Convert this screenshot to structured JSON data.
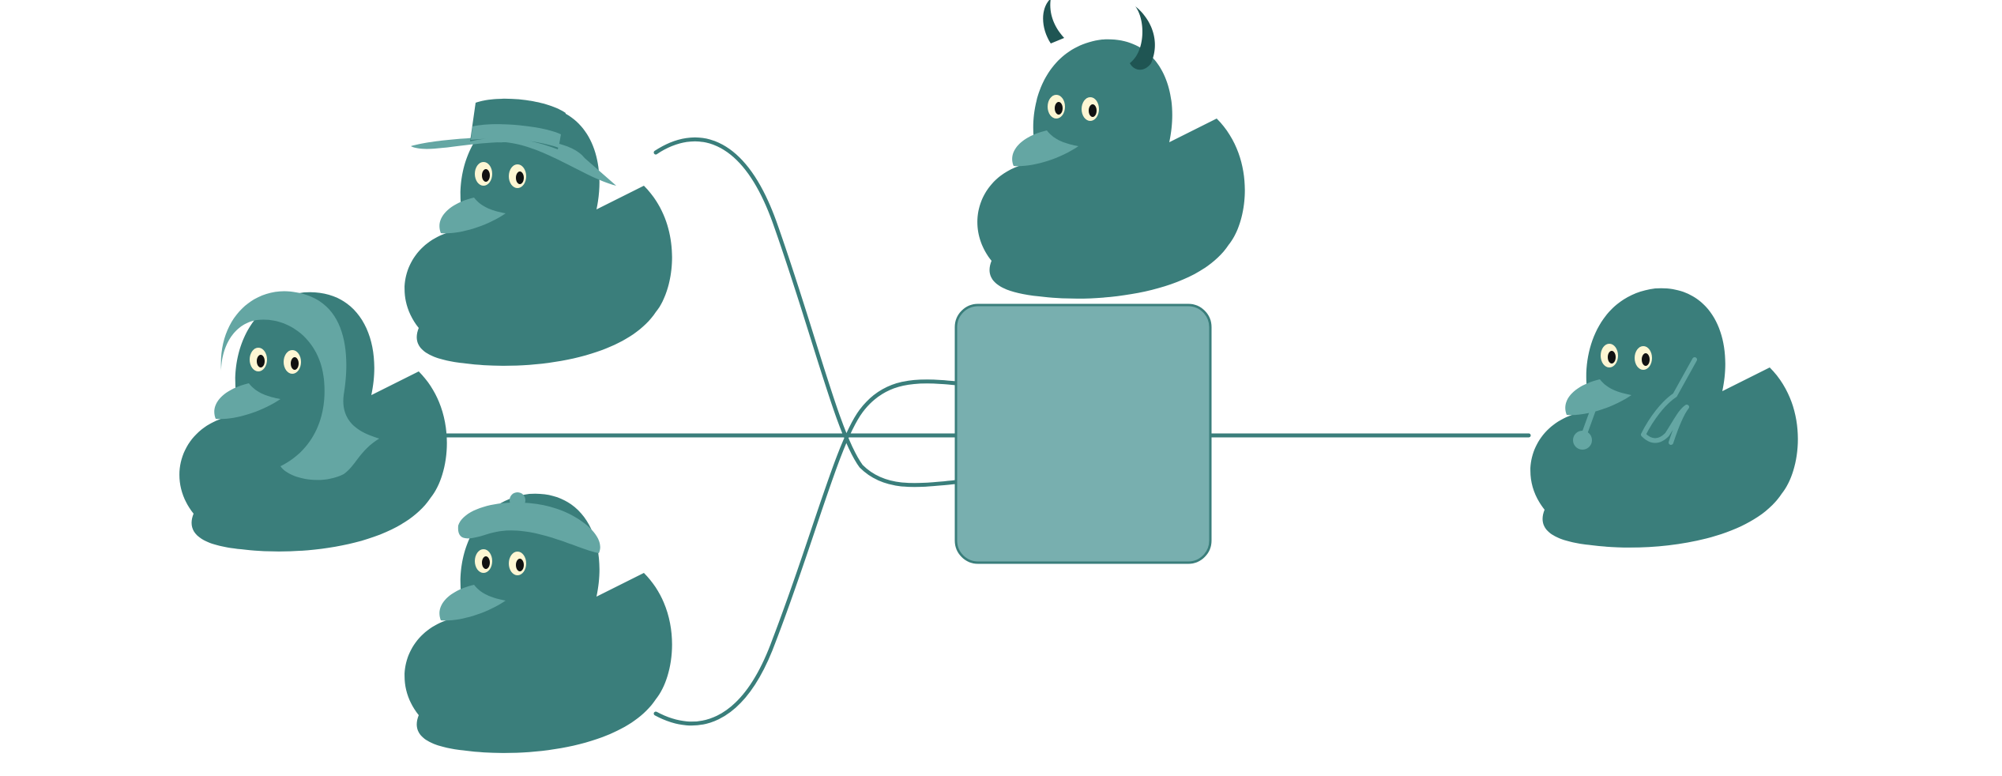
{
  "colors": {
    "duck_body": "#3a7e7b",
    "duck_accent": "#64a6a3",
    "duck_dark": "#1f5553",
    "line": "#3a7e7b",
    "box_fill": "#78afaf",
    "box_stroke": "#3a7e7b",
    "eye_white": "#fdf6d3",
    "eye_pupil": "#111111"
  },
  "nodes": [
    {
      "name": "duck-top-hat",
      "accessory": "top-hat"
    },
    {
      "name": "duck-long-hair",
      "accessory": "long-hair"
    },
    {
      "name": "duck-beret",
      "accessory": "beret"
    },
    {
      "name": "duck-devil-horns",
      "accessory": "devil-horns"
    },
    {
      "name": "central-box",
      "accessory": "none"
    },
    {
      "name": "duck-stethoscope",
      "accessory": "stethoscope"
    }
  ]
}
